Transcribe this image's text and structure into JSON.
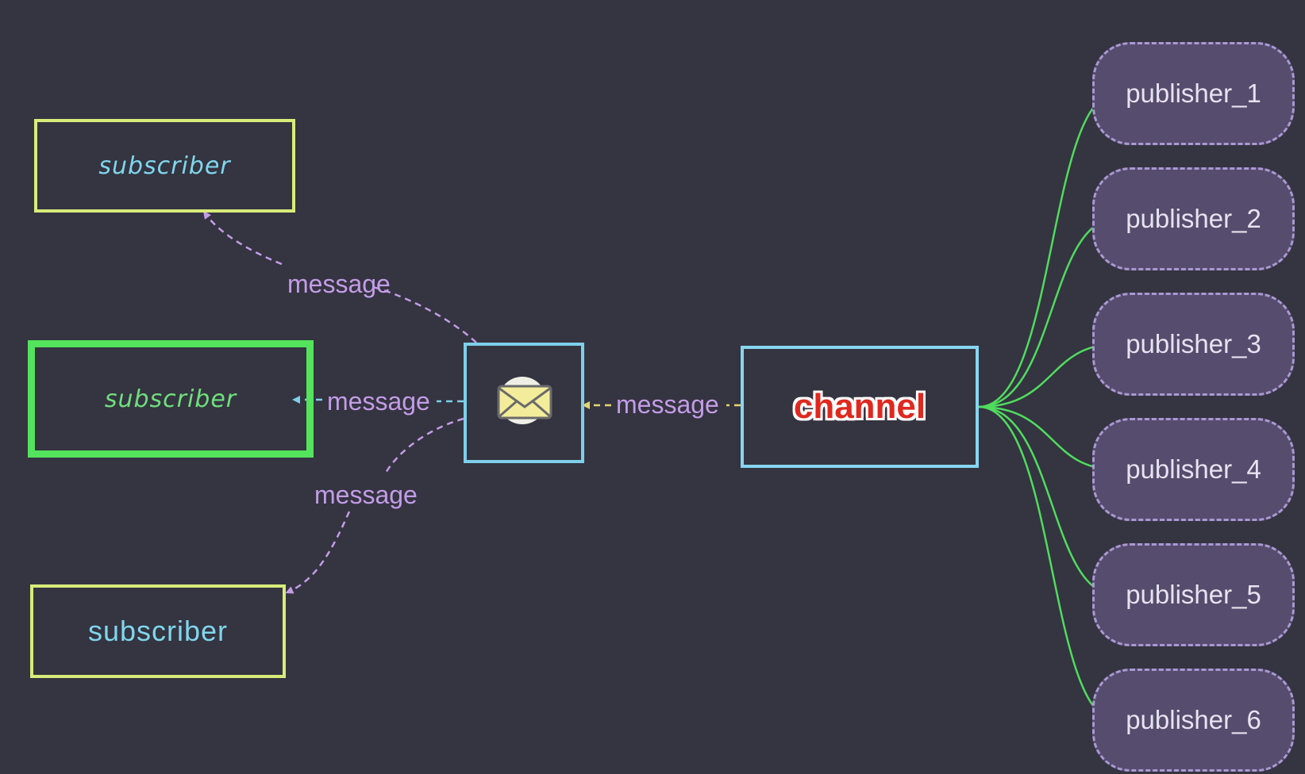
{
  "subscribers": [
    {
      "label": "subscriber"
    },
    {
      "label": "subscriber"
    },
    {
      "label": "subscriber"
    }
  ],
  "message_labels": [
    "message",
    "message",
    "message",
    "message"
  ],
  "channel": {
    "label": "channel"
  },
  "publishers": [
    {
      "label": "publisher_1"
    },
    {
      "label": "publisher_2"
    },
    {
      "label": "publisher_3"
    },
    {
      "label": "publisher_4"
    },
    {
      "label": "publisher_5"
    },
    {
      "label": "publisher_6"
    }
  ],
  "colors": {
    "background": "#353441",
    "subscriber_border": "#d8ec7a",
    "active_subscriber_border": "#54e35c",
    "box_border": "#7dd0ea",
    "channel_text": "#e0281f",
    "message_text": "#c39ce6",
    "publisher_fill": "#564c6e",
    "publisher_border": "#a999d2",
    "link_green": "#4fdc5d"
  },
  "icons": {
    "envelope": "envelope-icon"
  }
}
